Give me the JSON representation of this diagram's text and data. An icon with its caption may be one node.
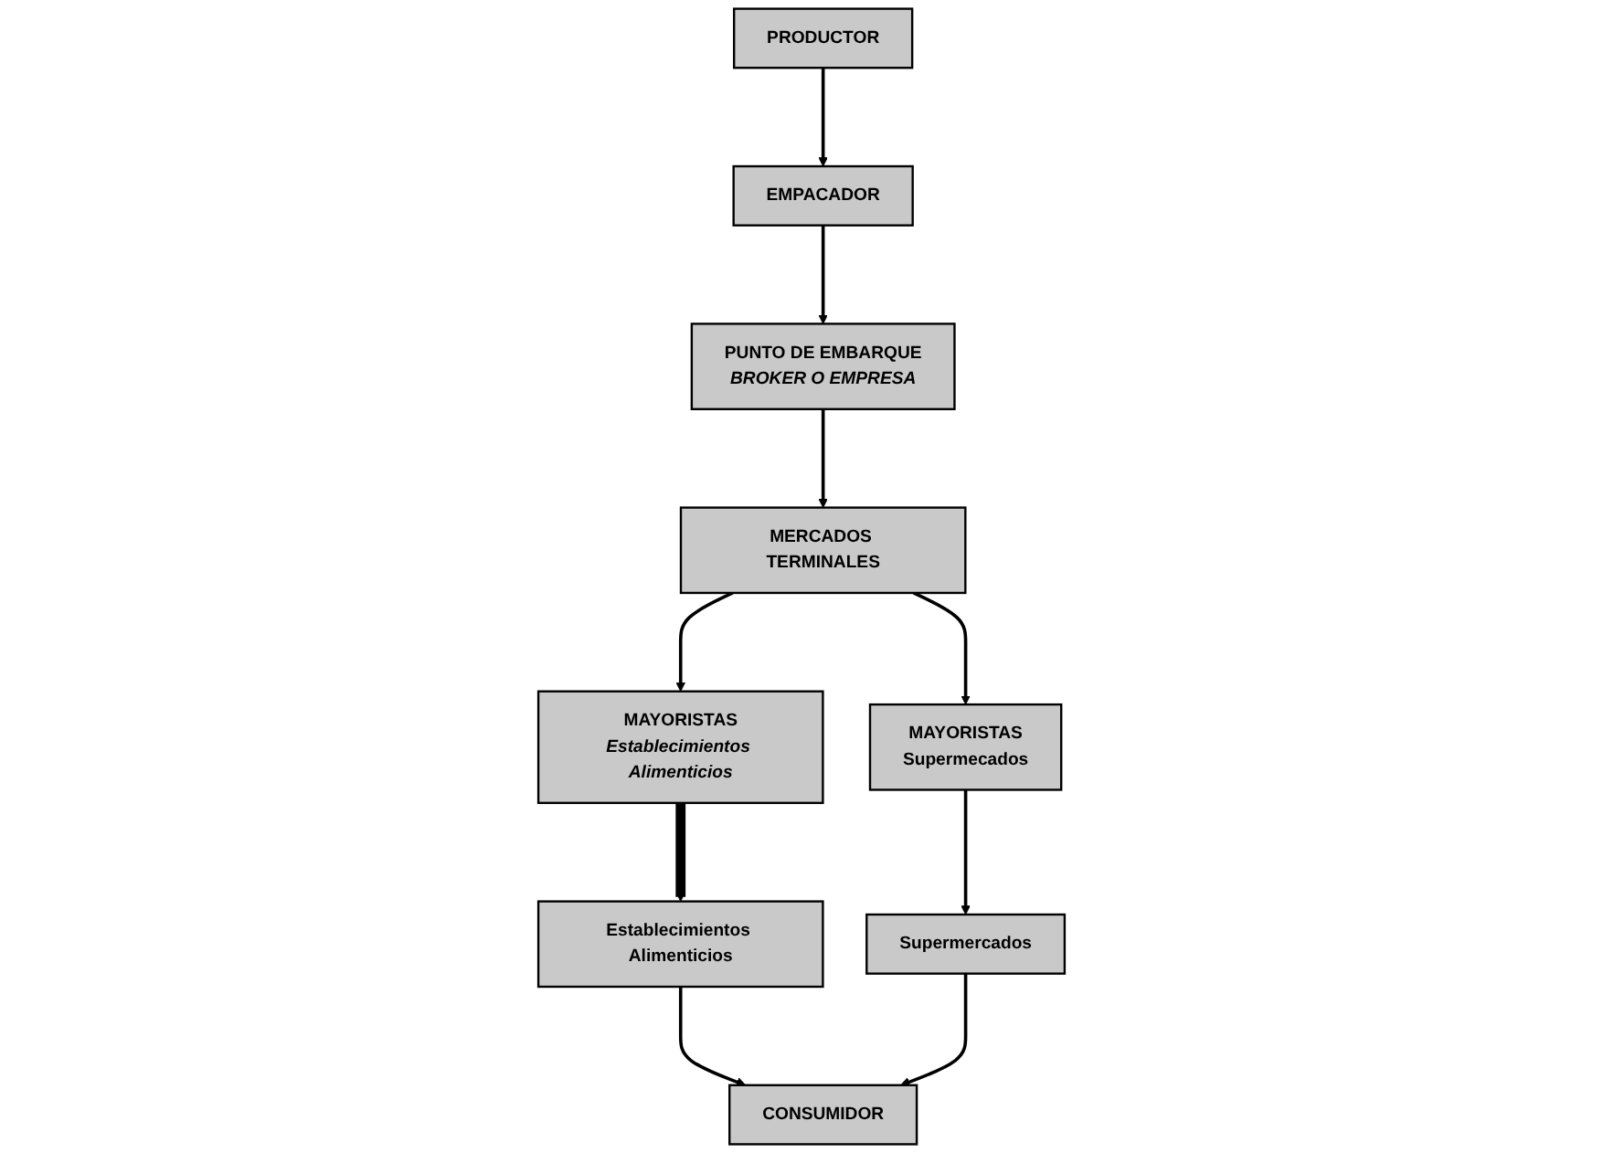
{
  "diagram": {
    "nodes": [
      {
        "text": [
          "PRODUCTOR"
        ]
      },
      {
        "text": [
          "Establecimientos Alimenticios"
        ]
      },
      {
        "text": [
          "CONSUMIDOR"
        ]
      },
      {
        "text": [
          "EMPACADOR"
        ]
      },
      {
        "text": [
          "MAYORISTAS",
          "Establecimientos Alimenticios"
        ]
      },
      {
        "text": [
          "Supermercados"
        ]
      },
      {
        "text": [
          "PUNTO DE EMBARQUE",
          "BROKER O EMPRESA"
        ]
      },
      {
        "text": [
          "MERCADOS TERMINALES"
        ]
      },
      {
        "text": [
          "MAYORISTAS",
          "Supermecados"
        ]
      }
    ],
    "edges": [
      {
        "from": 0,
        "to": 3,
        "arrow": "to"
      },
      {
        "from": 3,
        "to": 6,
        "arrow": "to"
      },
      {
        "from": 6,
        "to": 7,
        "arrow": "to"
      },
      {
        "from": 7,
        "to": 4,
        "arrow": "to"
      },
      {
        "from": 4,
        "to": 1,
        "arrow": "to",
        "style": "thick"
      },
      {
        "from": 1,
        "to": 2,
        "arrow": "to"
      },
      {
        "from": 7,
        "to": 8,
        "arrow": "to"
      },
      {
        "from": 8,
        "to": 5,
        "arrow": "to"
      },
      {
        "from": 5,
        "to": 2,
        "arrow": "to"
      }
    ]
  }
}
